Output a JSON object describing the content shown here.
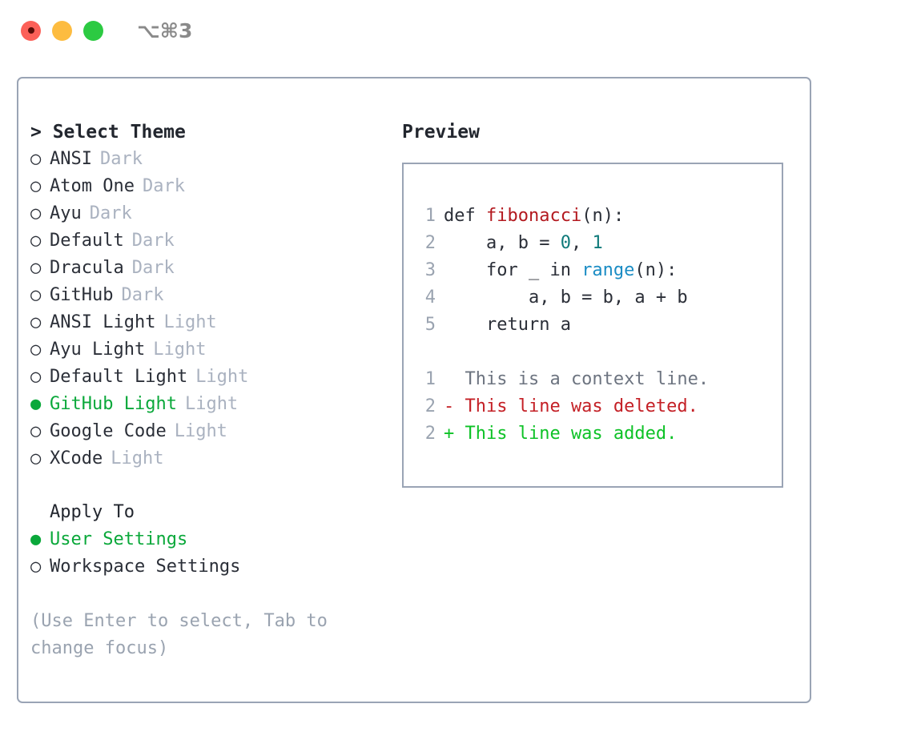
{
  "titlebar": {
    "shortcut": "⌥⌘3",
    "lights": [
      {
        "name": "close",
        "color": "#fc6058"
      },
      {
        "name": "minimize",
        "color": "#fdbc40"
      },
      {
        "name": "zoom",
        "color": "#2cca42"
      }
    ]
  },
  "colors": {
    "accent_green": "#0aa83a",
    "border": "#9aa4b5",
    "text": "#2b2f38",
    "muted": "#aab2c0",
    "hint": "#9aa3b0",
    "code_fn": "#b3191f",
    "code_num": "#0f7a7a",
    "code_blue": "#1a8cc4",
    "diff_add": "#0ec227",
    "diff_del": "#c42026"
  },
  "left": {
    "heading": "> Select Theme",
    "themes": [
      {
        "bullet": "○",
        "name": "ANSI",
        "tag": "Dark",
        "selected": false
      },
      {
        "bullet": "○",
        "name": "Atom One",
        "tag": "Dark",
        "selected": false
      },
      {
        "bullet": "○",
        "name": "Ayu",
        "tag": "Dark",
        "selected": false
      },
      {
        "bullet": "○",
        "name": "Default",
        "tag": "Dark",
        "selected": false
      },
      {
        "bullet": "○",
        "name": "Dracula",
        "tag": "Dark",
        "selected": false
      },
      {
        "bullet": "○",
        "name": "GitHub",
        "tag": "Dark",
        "selected": false
      },
      {
        "bullet": "○",
        "name": "ANSI Light",
        "tag": "Light",
        "selected": false
      },
      {
        "bullet": "○",
        "name": "Ayu Light",
        "tag": "Light",
        "selected": false
      },
      {
        "bullet": "○",
        "name": "Default Light",
        "tag": "Light",
        "selected": false
      },
      {
        "bullet": "●",
        "name": "GitHub Light",
        "tag": "Light",
        "selected": true
      },
      {
        "bullet": "○",
        "name": "Google Code",
        "tag": "Light",
        "selected": false
      },
      {
        "bullet": "○",
        "name": "XCode",
        "tag": "Light",
        "selected": false
      }
    ],
    "apply_to": {
      "heading": "Apply To",
      "options": [
        {
          "bullet": "●",
          "name": "User Settings",
          "selected": true
        },
        {
          "bullet": "○",
          "name": "Workspace Settings",
          "selected": false
        }
      ]
    },
    "hint": "(Use Enter to select, Tab to change focus)"
  },
  "right": {
    "heading": "Preview",
    "code_lines": [
      {
        "no": "1",
        "tokens": [
          {
            "t": "def ",
            "c": "plain"
          },
          {
            "t": "fibonacci",
            "c": "fn"
          },
          {
            "t": "(n):",
            "c": "plain"
          }
        ]
      },
      {
        "no": "2",
        "tokens": [
          {
            "t": "    a, b = ",
            "c": "plain"
          },
          {
            "t": "0",
            "c": "num"
          },
          {
            "t": ", ",
            "c": "plain"
          },
          {
            "t": "1",
            "c": "num"
          }
        ]
      },
      {
        "no": "3",
        "tokens": [
          {
            "t": "    for _ in ",
            "c": "plain"
          },
          {
            "t": "range",
            "c": "blue"
          },
          {
            "t": "(n):",
            "c": "plain"
          }
        ]
      },
      {
        "no": "4",
        "tokens": [
          {
            "t": "        a, b = b, a + b",
            "c": "plain"
          }
        ]
      },
      {
        "no": "5",
        "tokens": [
          {
            "t": "    return a",
            "c": "plain"
          }
        ]
      }
    ],
    "diff_lines": [
      {
        "no": "1",
        "text": "  This is a context line.",
        "kind": "context"
      },
      {
        "no": "2",
        "text": "- This line was deleted.",
        "kind": "del"
      },
      {
        "no": "2",
        "text": "+ This line was added.",
        "kind": "add"
      }
    ]
  }
}
